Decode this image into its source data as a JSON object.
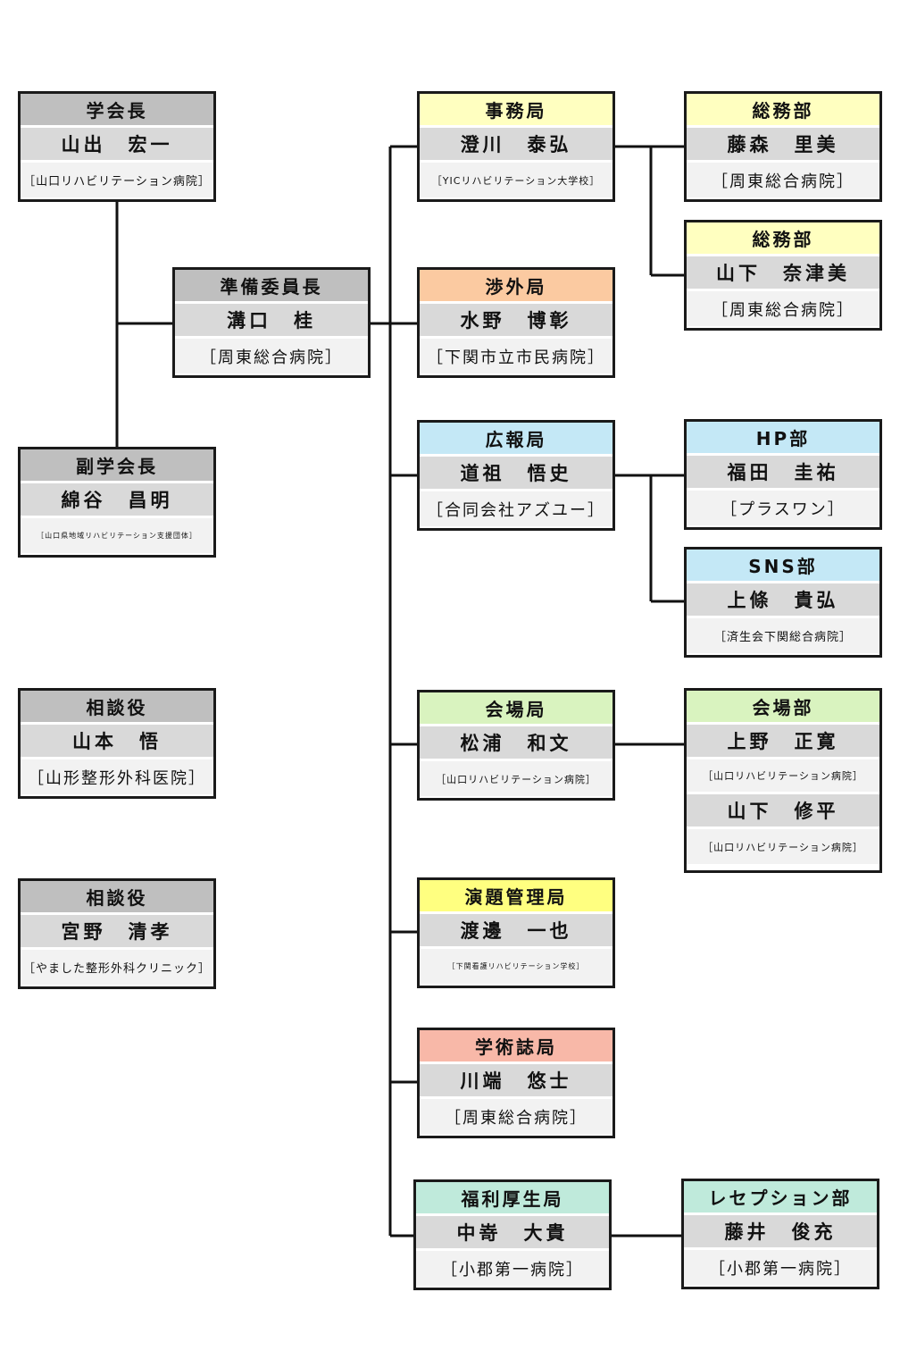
{
  "left": {
    "president": {
      "title": "学会長",
      "name": "山出　宏一",
      "aff": "［山口リハビリテーション病院］"
    },
    "prep_chair": {
      "title": "準備委員長",
      "name": "溝口　桂",
      "aff": "［周東総合病院］"
    },
    "vice_president": {
      "title": "副学会長",
      "name": "綿谷　昌明",
      "aff": "［山口県地域リハビリテーション支援団体］"
    },
    "advisor1": {
      "title": "相談役",
      "name": "山本　悟",
      "aff": "［山形整形外科医院］"
    },
    "advisor2": {
      "title": "相談役",
      "name": "宮野　清孝",
      "aff": "［やました整形外科クリニック］"
    }
  },
  "bureaus": {
    "secretariat": {
      "title": "事務局",
      "name": "澄川　泰弘",
      "aff": "［YICリハビリテーション大学校］"
    },
    "liaison": {
      "title": "渉外局",
      "name": "水野　博彰",
      "aff": "［下関市立市民病院］"
    },
    "pr": {
      "title": "広報局",
      "name": "道祖　悟史",
      "aff": "［合同会社アズユー］"
    },
    "venue": {
      "title": "会場局",
      "name": "松浦　和文",
      "aff": "［山口リハビリテーション病院］"
    },
    "program": {
      "title": "演題管理局",
      "name": "渡邊　一也",
      "aff": "［下関看護リハビリテーション学校］"
    },
    "journal": {
      "title": "学術誌局",
      "name": "川端　悠士",
      "aff": "［周東総合病院］"
    },
    "welfare": {
      "title": "福利厚生局",
      "name": "中嵜　大貴",
      "aff": "［小郡第一病院］"
    }
  },
  "departments": {
    "general_affairs1": {
      "title": "総務部",
      "name": "藤森　里美",
      "aff": "［周東総合病院］"
    },
    "general_affairs2": {
      "title": "総務部",
      "name": "山下　奈津美",
      "aff": "［周東総合病院］"
    },
    "hp": {
      "title": "HP部",
      "name": "福田　圭祐",
      "aff": "［プラスワン］"
    },
    "sns": {
      "title": "SNS部",
      "name": "上條　貴弘",
      "aff": "［済生会下関総合病院］"
    },
    "venue_dept": {
      "title": "会場部",
      "name1": "上野　正寛",
      "aff1": "［山口リハビリテーション病院］",
      "name2": "山下　修平",
      "aff2": "［山口リハビリテーション病院］"
    },
    "reception": {
      "title": "レセプション部",
      "name": "藤井　俊充",
      "aff": "［小郡第一病院］"
    }
  }
}
